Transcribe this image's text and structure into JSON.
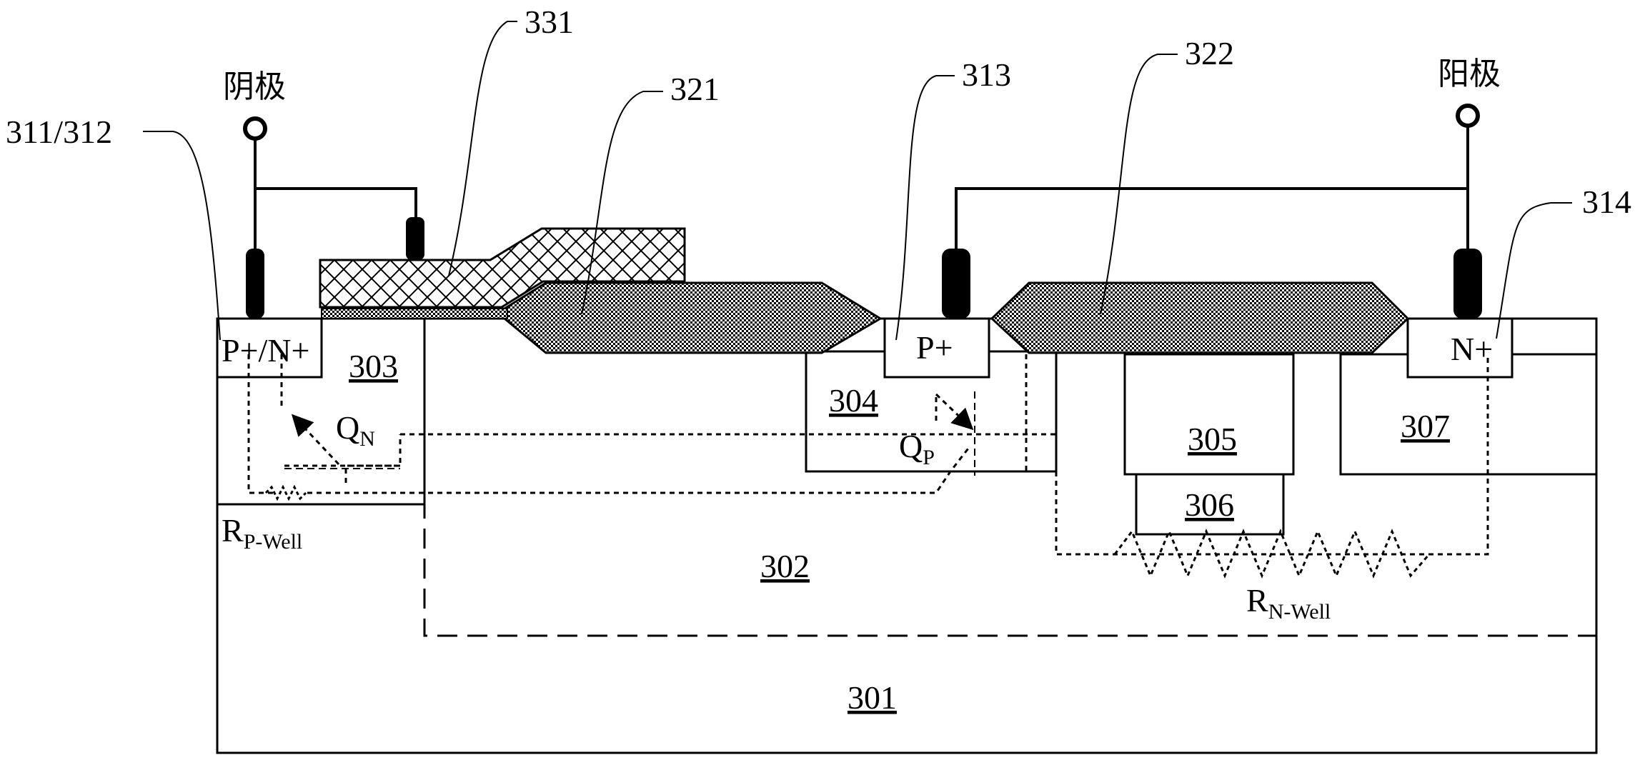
{
  "terminals": {
    "cathode": "阴极",
    "anode": "阳极"
  },
  "callouts": {
    "c331": "331",
    "c321": "321",
    "c313": "313",
    "c322": "322",
    "c311_312": "311/312",
    "c314": "314"
  },
  "regions": {
    "r303": "303",
    "r304": "304",
    "r305": "305",
    "r306": "306",
    "r307": "307",
    "r302": "302",
    "r301": "301"
  },
  "doping": {
    "left_contact": "P+/N+",
    "mid_contact": "P+",
    "right_contact": "N+"
  },
  "devices": {
    "qn_main": "Q",
    "qn_sub": "N",
    "qp_main": "Q",
    "qp_sub": "P",
    "rp_main": "R",
    "rp_sub": "P-Well",
    "rn_main": "R",
    "rn_sub": "N-Well"
  }
}
